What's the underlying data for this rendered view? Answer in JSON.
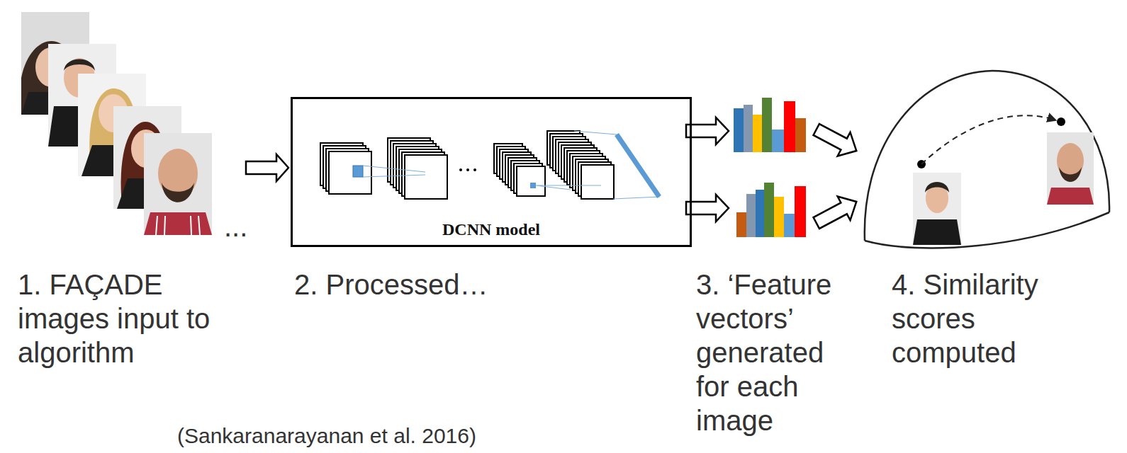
{
  "diagram": {
    "nodes": [
      {
        "text": [
          "DCNN model"
        ]
      }
    ],
    "labels": [
      "...",
      "1. FAÇADE images input to algorithm",
      "2. Processed…",
      "3. ‘Feature vectors’ generated for each image",
      "4. Similarity scores computed",
      "(Sankaranarayanan et al. 2016)"
    ]
  }
}
